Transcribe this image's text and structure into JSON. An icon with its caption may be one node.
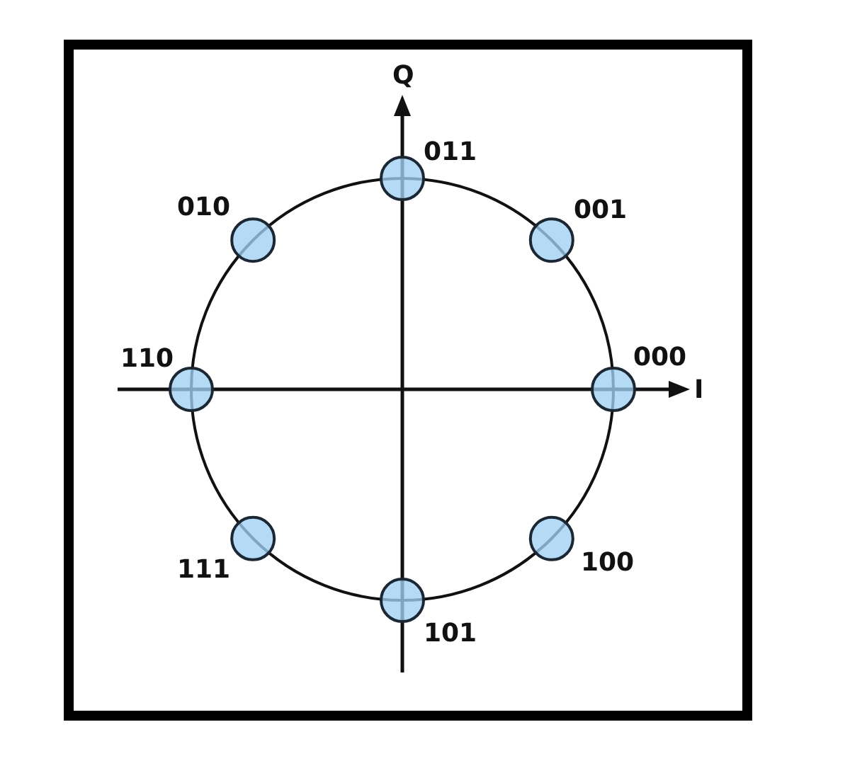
{
  "diagram": {
    "labels": [
      "Q",
      "011",
      "010",
      "001",
      "110",
      "000",
      "I",
      "111",
      "100",
      "101"
    ]
  }
}
